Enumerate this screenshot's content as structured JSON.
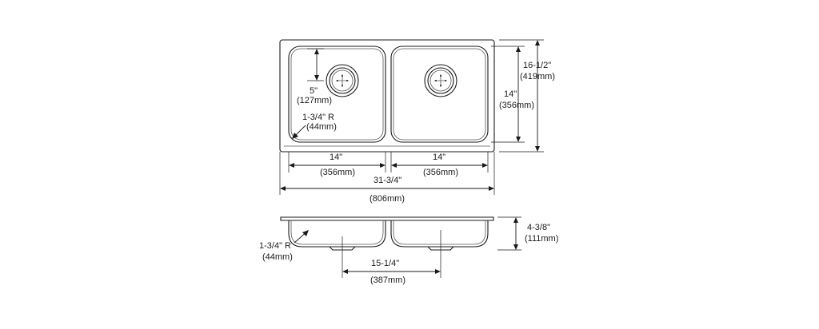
{
  "top_view": {
    "drain_offset": {
      "imperial": "5\"",
      "metric": "(127mm)"
    },
    "corner_radius": {
      "imperial": "1-3/4\" R",
      "metric": "(44mm)"
    },
    "overall_depth": {
      "imperial": "16-1/2\"",
      "metric": "(419mm)"
    },
    "bowl_depth": {
      "imperial": "14\"",
      "metric": "(356mm)"
    },
    "left_bowl_width": {
      "imperial": "14\"",
      "metric": "(356mm)"
    },
    "right_bowl_width": {
      "imperial": "14\"",
      "metric": "(356mm)"
    },
    "overall_width": {
      "imperial": "31-3/4\"",
      "metric": "(806mm)"
    }
  },
  "side_view": {
    "corner_radius": {
      "imperial": "1-3/4\" R",
      "metric": "(44mm)"
    },
    "bowl_height": {
      "imperial": "4-3/8\"",
      "metric": "(111mm)"
    },
    "drain_spacing": {
      "imperial": "15-1/4\"",
      "metric": "(387mm)"
    }
  }
}
